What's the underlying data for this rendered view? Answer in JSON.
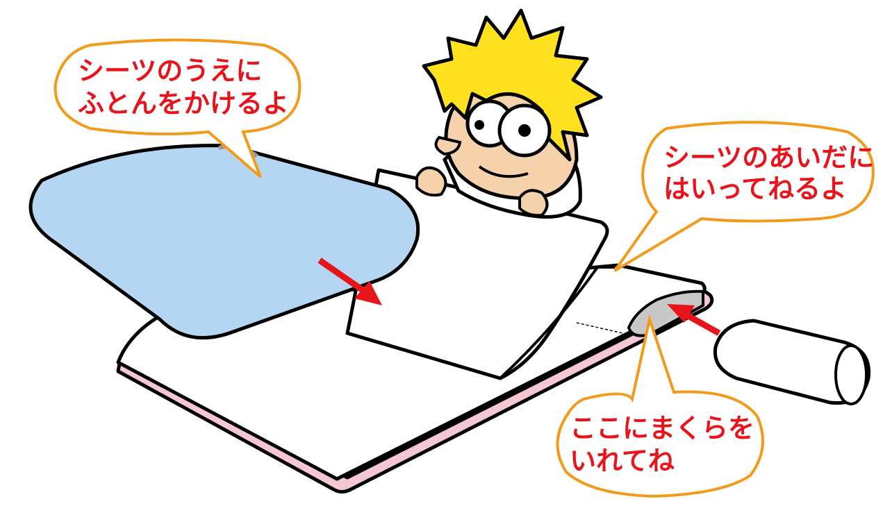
{
  "colors": {
    "outline": "#000000",
    "futon": "#b5d6f3",
    "mattress": "#f4c7d2",
    "sheet": "#ffffff",
    "skin": "#f6d2ac",
    "hair": "#ffe11f",
    "bubble_border": "#f29b1b",
    "bubble_text": "#e8141c",
    "arrow": "#e8141c",
    "pillow_pocket": "#c8c8c8"
  },
  "bubbles": {
    "futon_over_sheet": {
      "line1": "シーツのうえに",
      "line2": "ふとんをかけるよ"
    },
    "sleep_between_sheet": {
      "line1": "シーツのあいだに",
      "line2": "はいってねるよ"
    },
    "insert_pillow": {
      "line1": "ここにまくらを",
      "line2": "いれてね"
    }
  },
  "icons": {
    "character": "child-character-icon",
    "futon": "futon-comforter-icon",
    "mattress": "mattress-icon",
    "sheet": "folded-sheet-icon",
    "pillow": "pillow-icon",
    "arrows": "red-arrow-icon"
  }
}
